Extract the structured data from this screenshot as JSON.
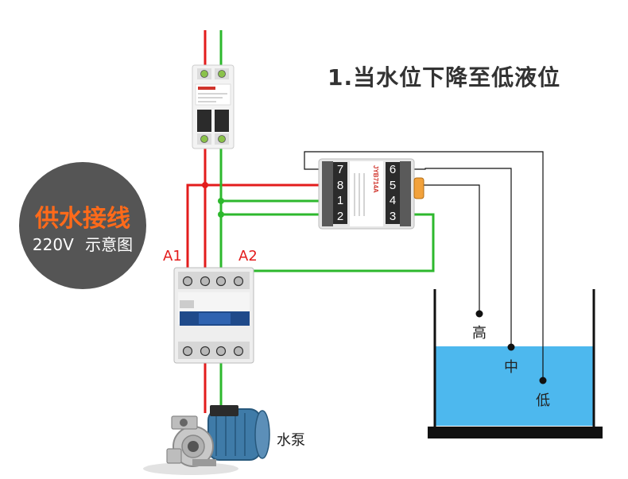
{
  "title": "1.当水位下降至低液位",
  "badge": {
    "main": "供水接线",
    "voltage": "220V",
    "subtitle": "示意图"
  },
  "contactor_terminals": {
    "a1": "A1",
    "a2": "A2"
  },
  "relay": {
    "model": "JYB714A",
    "left_terminals": [
      "7",
      "8",
      "1",
      "2"
    ],
    "right_terminals": [
      "6",
      "5",
      "4",
      "3"
    ]
  },
  "probes": {
    "high": "高",
    "mid": "中",
    "low": "低"
  },
  "pump_label": "水泵",
  "colors": {
    "live": "#e31c1c",
    "neutral": "#2db82d",
    "water": "#4db8ee",
    "badge": "#555555",
    "accent": "#ff6a1a"
  }
}
